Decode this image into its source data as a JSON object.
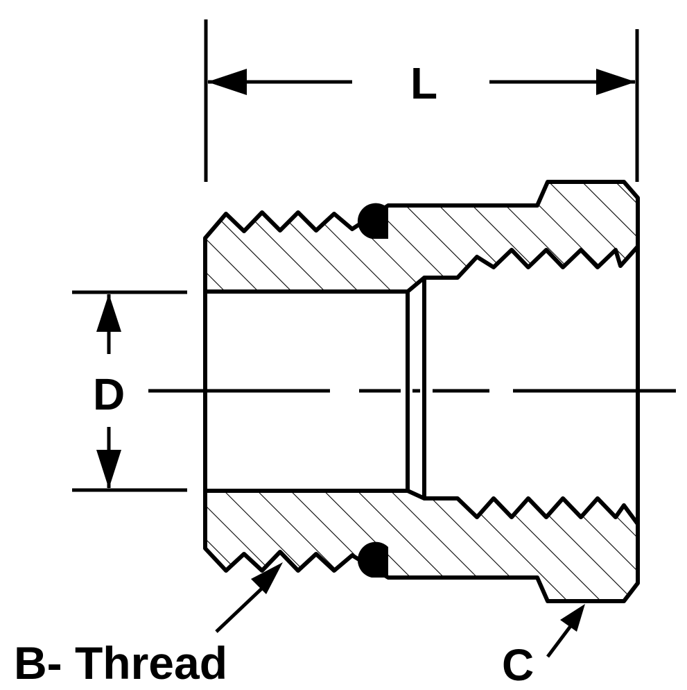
{
  "labels": {
    "length": "L",
    "diameter": "D",
    "thread_b": "B- Thread",
    "c_callout": "C"
  },
  "colors": {
    "ink": "#000000",
    "paper": "#ffffff"
  }
}
